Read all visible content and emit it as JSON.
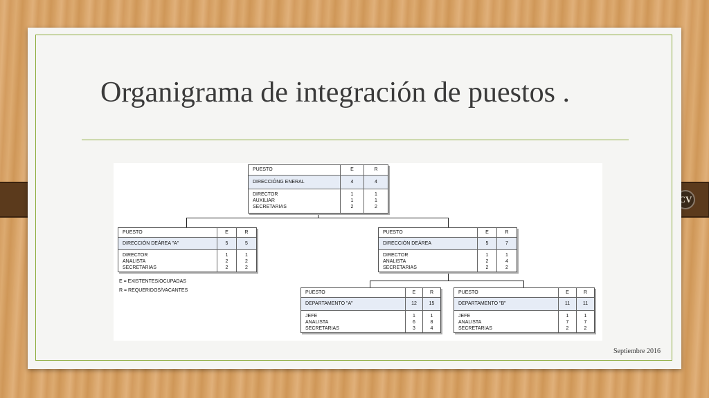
{
  "slide": {
    "title": "Organigrama de integración de puestos .",
    "footer": "Septiembre 2016",
    "logo_text": "CV"
  },
  "org_chart": {
    "header_labels": {
      "puesto": "PUESTO",
      "e": "E",
      "r": "R"
    },
    "boxes": [
      {
        "id": "general",
        "unit": "DIRECCIÓNG ENERAL",
        "unit_e": "4",
        "unit_r": "4",
        "positions": [
          "DIRECTOR",
          "AUXILIAR",
          "SECRETARIAS"
        ],
        "e": [
          "1",
          "1",
          "2"
        ],
        "r": [
          "1",
          "1",
          "2"
        ]
      },
      {
        "id": "area-a",
        "unit": "DIRECCIÓN DEÁREA \"A\"",
        "unit_e": "5",
        "unit_r": "5",
        "positions": [
          "DIRECTOR",
          "ANALISTA",
          "SECRETARIAS"
        ],
        "e": [
          "1",
          "2",
          "2"
        ],
        "r": [
          "1",
          "2",
          "2"
        ]
      },
      {
        "id": "area",
        "unit": "DIRECCIÓN DEÁREA",
        "unit_e": "5",
        "unit_r": "7",
        "positions": [
          "DIRECTOR",
          "ANALISTA",
          "SECRETARIAS"
        ],
        "e": [
          "1",
          "2",
          "2"
        ],
        "r": [
          "1",
          "4",
          "2"
        ]
      },
      {
        "id": "dept-a",
        "unit": "DEPARTAMENTO \"A\"",
        "unit_e": "12",
        "unit_r": "15",
        "positions": [
          "JEFE",
          "ANALISTA",
          "SECRETARIAS"
        ],
        "e": [
          "1",
          "6",
          "3"
        ],
        "r": [
          "1",
          "8",
          "4"
        ]
      },
      {
        "id": "dept-b",
        "unit": "DEPARTAMENTO \"B\"",
        "unit_e": "11",
        "unit_r": "11",
        "positions": [
          "JEFE",
          "ANALISTA",
          "SECRETARIAS"
        ],
        "e": [
          "1",
          "7",
          "2"
        ],
        "r": [
          "1",
          "7",
          "2"
        ]
      }
    ],
    "legend": [
      "E = EXISTENTES/OCUPADAS",
      "R = REQUERIDOS/VACANTES"
    ]
  }
}
